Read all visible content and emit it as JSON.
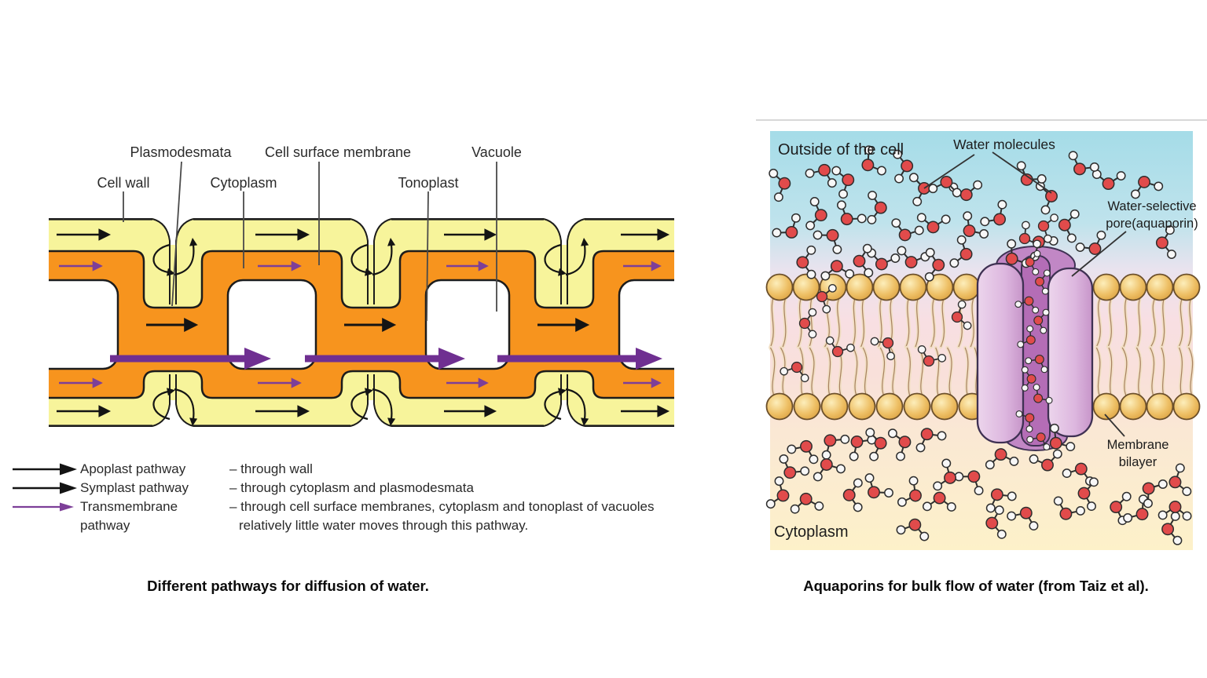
{
  "left_figure": {
    "title_labels": {
      "plasmodesmata": "Plasmodesmata",
      "cell_surface_membrane": "Cell surface membrane",
      "vacuole": "Vacuole",
      "cell_wall": "Cell wall",
      "cytoplasm": "Cytoplasm",
      "tonoplast": "Tonoplast"
    },
    "legend": {
      "rows": [
        {
          "name": "Apoplast pathway",
          "desc": "– through wall"
        },
        {
          "name": "Symplast pathway",
          "desc": "– through cytoplasm and plasmodesmata"
        },
        {
          "name": "Transmembrane",
          "name_line2": "pathway",
          "desc": "– through cell surface membranes, cytoplasm and tonoplast of vacuoles",
          "desc_line2": "relatively little water moves through this pathway."
        }
      ]
    },
    "caption": "Different pathways for diffusion of water.",
    "colors": {
      "cell_wall_yellow": "#f7f49b",
      "cytoplasm_orange": "#f7941e",
      "vacuole_white": "#ffffff",
      "outline_black": "#1c1c1c",
      "apoplast_arrow_black": "#141414",
      "transmembrane_arrow_purple": "#6f2f91",
      "small_purple_arrow": "#7d3f98",
      "leader_line_gray": "#4a4a4a",
      "label_text": "#2b2b2b"
    }
  },
  "right_figure": {
    "labels": {
      "outside_cell": "Outside of the cell",
      "water_molecules": "Water molecules",
      "pore_line1": "Water-selective",
      "pore_line2": "pore(aquaporin)",
      "membrane_line1": "Membrane",
      "membrane_line2": "bilayer",
      "cytoplasm": "Cytoplasm"
    },
    "caption": "Aquaporins for bulk flow of water (from Taiz et al).",
    "colors": {
      "bg_gradient": [
        "#a5dce8 0%",
        "#bfe3ec 22%",
        "#e9e3ee 33%",
        "#f8dfe3 45%",
        "#f9e0da 58%",
        "#fae8d4 72%",
        "#fdf1c9 100%"
      ],
      "lipid_head_hi": "#fdeebb",
      "lipid_head_mid": "#eec066",
      "lipid_head_lo": "#d89c3a",
      "lipid_head_outline": "#6b4f2a",
      "lipid_tail": "#f1dfc4",
      "lipid_tail_line": "#a8815f",
      "aquaporin_lobe_light": "#ecd5ec",
      "aquaporin_lobe_dark": "#c795c9",
      "aquaporin_channel": "#b46db6",
      "aquaporin_cap": "#c187c5",
      "aquaporin_outline": "#3f3153",
      "water_oxygen_red": "#e14b4b",
      "water_hydrogen_white": "#f7f7f7",
      "water_bond": "#2e2e2e",
      "leader_line": "#333333",
      "label_text": "#1c1c1c"
    }
  }
}
